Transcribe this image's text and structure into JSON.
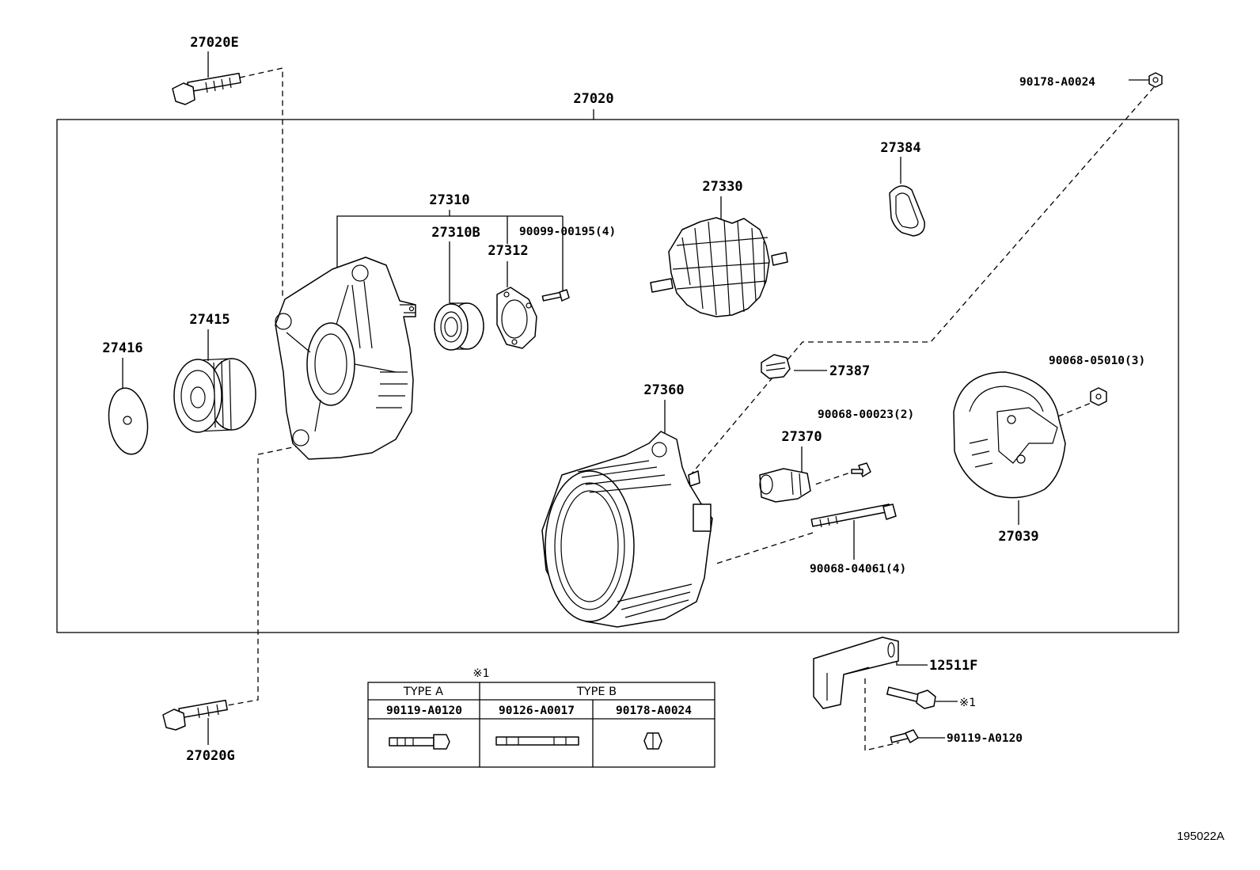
{
  "labels": {
    "p27020E": "27020E",
    "p27020": "27020",
    "p90178A0024_top": "90178-A0024",
    "p27384": "27384",
    "p27330": "27330",
    "p27310": "27310",
    "p27310B": "27310B",
    "p90099": "90099-00195(4)",
    "p27312": "27312",
    "p27415": "27415",
    "p27416": "27416",
    "p27387": "27387",
    "p27360": "27360",
    "p90068_05010": "90068-05010(3)",
    "p90068_00023": "90068-00023(2)",
    "p27370": "27370",
    "p27039": "27039",
    "p90068_04061": "90068-04061(4)",
    "p12511F": "12511F",
    "note_mark": "※1",
    "p90119A0120": "90119-A0120",
    "p27020G": "27020G"
  },
  "table": {
    "note": "※1",
    "type_a": "TYPE A",
    "type_b": "TYPE B",
    "col1": "90119-A0120",
    "col2": "90126-A0017",
    "col3": "90178-A0024"
  },
  "diagram_code": "195022A"
}
